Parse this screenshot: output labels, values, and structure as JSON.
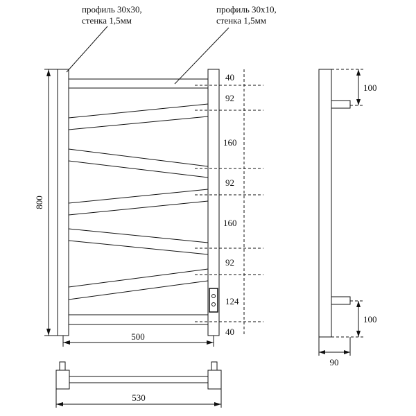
{
  "callouts": {
    "frame_profile": {
      "line1": "профиль 30х30,",
      "line2": "стенка 1,5мм"
    },
    "bar_profile": {
      "line1": "профиль 30х10,",
      "line2": "стенка 1,5мм"
    }
  },
  "dimensions": {
    "height": "800",
    "width": "500",
    "total_width": "530",
    "depth": "90",
    "side_top": "100",
    "side_bottom": "100",
    "spacings": [
      "40",
      "92",
      "160",
      "92",
      "160",
      "92",
      "124",
      "40"
    ]
  },
  "colors": {
    "line": "#111111",
    "background": "#ffffff"
  }
}
